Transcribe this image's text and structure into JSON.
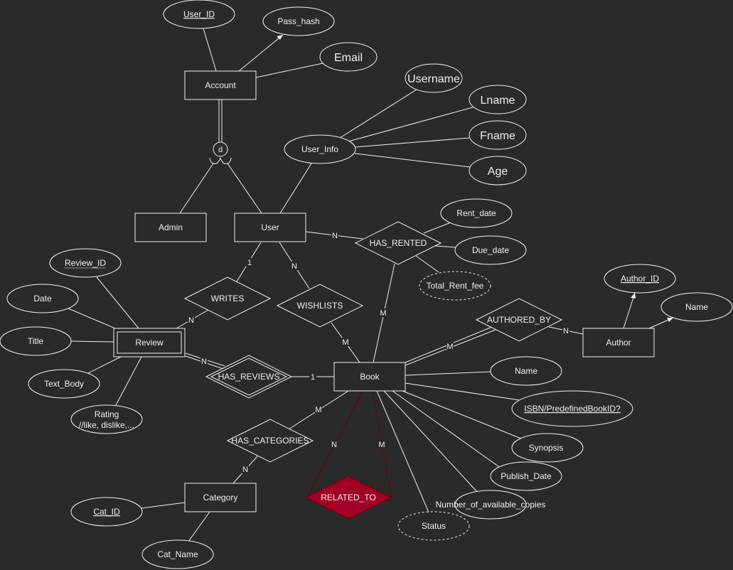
{
  "entities": {
    "account": "Account",
    "admin": "Admin",
    "user": "User",
    "review": "Review",
    "book": "Book",
    "author": "Author",
    "category": "Category"
  },
  "relationships": {
    "has_rented": "HAS_RENTED",
    "writes": "WRITES",
    "wishlists": "WISHLISTS",
    "authored_by": "AUTHORED_BY",
    "has_reviews": "HAS_REVIEWS",
    "has_categories": "HAS_CATEGORIES",
    "related_to": "RELATED_TO"
  },
  "attributes": {
    "user_id": "User_ID",
    "pass_hash": "Pass_hash",
    "email": "Email",
    "username": "Username",
    "lname": "Lname",
    "fname": "Fname",
    "age": "Age",
    "user_info": "User_Info",
    "rent_date": "Rent_date",
    "due_date": "Due_date",
    "total_rent_fee": "Total_Rent_fee",
    "review_id": "Review_ID",
    "date": "Date",
    "title": "Title",
    "text_body": "Text_Body",
    "rating_line1": "Rating",
    "rating_line2": "//like, dislike,...",
    "author_id": "Author_ID",
    "author_name": "Name",
    "book_name": "Name",
    "isbn": "ISBN/PredefinedBookID?",
    "synopsis": "Synopsis",
    "publish_date": "Publish_Date",
    "num_copies": "Number_of_available_copies",
    "status": "Status",
    "cat_id": "Cat_ID",
    "cat_name": "Cat_Name"
  },
  "specialization": {
    "symbol": "d"
  },
  "cardinalities": {
    "user_rented": "N",
    "book_rented": "M",
    "user_writes": "1",
    "review_writes": "N",
    "user_wishlists": "N",
    "book_wishlists": "M",
    "book_authored": "M",
    "author_authored": "N",
    "review_has": "N",
    "book_has": "1",
    "book_categories": "M",
    "category_categories": "N",
    "related_n": "N",
    "related_m": "M"
  },
  "colors": {
    "background": "#2a2a2a",
    "stroke": "#f0f0f0",
    "highlight_fill": "#a20025",
    "highlight_stroke": "#6f0000"
  }
}
